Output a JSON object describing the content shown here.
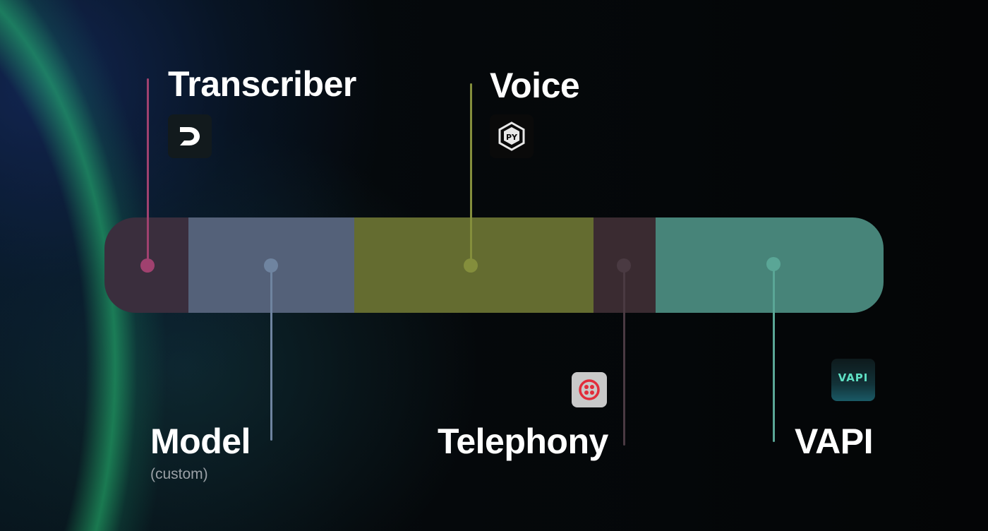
{
  "diagram": {
    "components": [
      {
        "id": "transcriber",
        "label": "Transcriber",
        "sublabel": "",
        "color": "#3a2e3d",
        "accent": "#a0416f",
        "logo_icon": "deepgram-icon"
      },
      {
        "id": "model",
        "label": "Model",
        "sublabel": "(custom)",
        "color": "#546179",
        "accent": "#6f84a0",
        "logo_icon": ""
      },
      {
        "id": "voice",
        "label": "Voice",
        "sublabel": "",
        "color": "#646c30",
        "accent": "#848e3c",
        "logo_icon": "playht-icon"
      },
      {
        "id": "telephony",
        "label": "Telephony",
        "sublabel": "",
        "color": "#3a2b31",
        "accent": "#4a3a42",
        "logo_icon": "twilio-icon"
      },
      {
        "id": "vapi",
        "label": "VAPI",
        "sublabel": "",
        "color": "#478479",
        "accent": "#5aa696",
        "logo_icon": "vapi-icon",
        "logo_text": "VAPI"
      }
    ]
  }
}
